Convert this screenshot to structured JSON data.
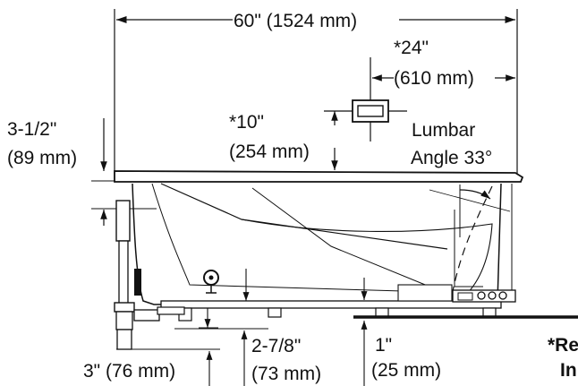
{
  "dimensions": {
    "overall_width": "60\" (1524 mm)",
    "jet_offset_in": "*24\"",
    "jet_offset_mm": "(610 mm)",
    "rim_offset_in": "3-1/2\"",
    "rim_offset_mm": "(89 mm)",
    "jet_height_in": "*10\"",
    "jet_height_mm": "(254 mm)",
    "lumbar_label": "Lumbar",
    "lumbar_angle": "Angle 33°",
    "drain_height": "3\" (76 mm)",
    "feet_height_in": "2-7/8\"",
    "feet_height_mm": "(73 mm)",
    "floor_gap_in": "1\"",
    "floor_gap_mm": "(25 mm)",
    "note_line1": "*Re",
    "note_line2": "In"
  }
}
